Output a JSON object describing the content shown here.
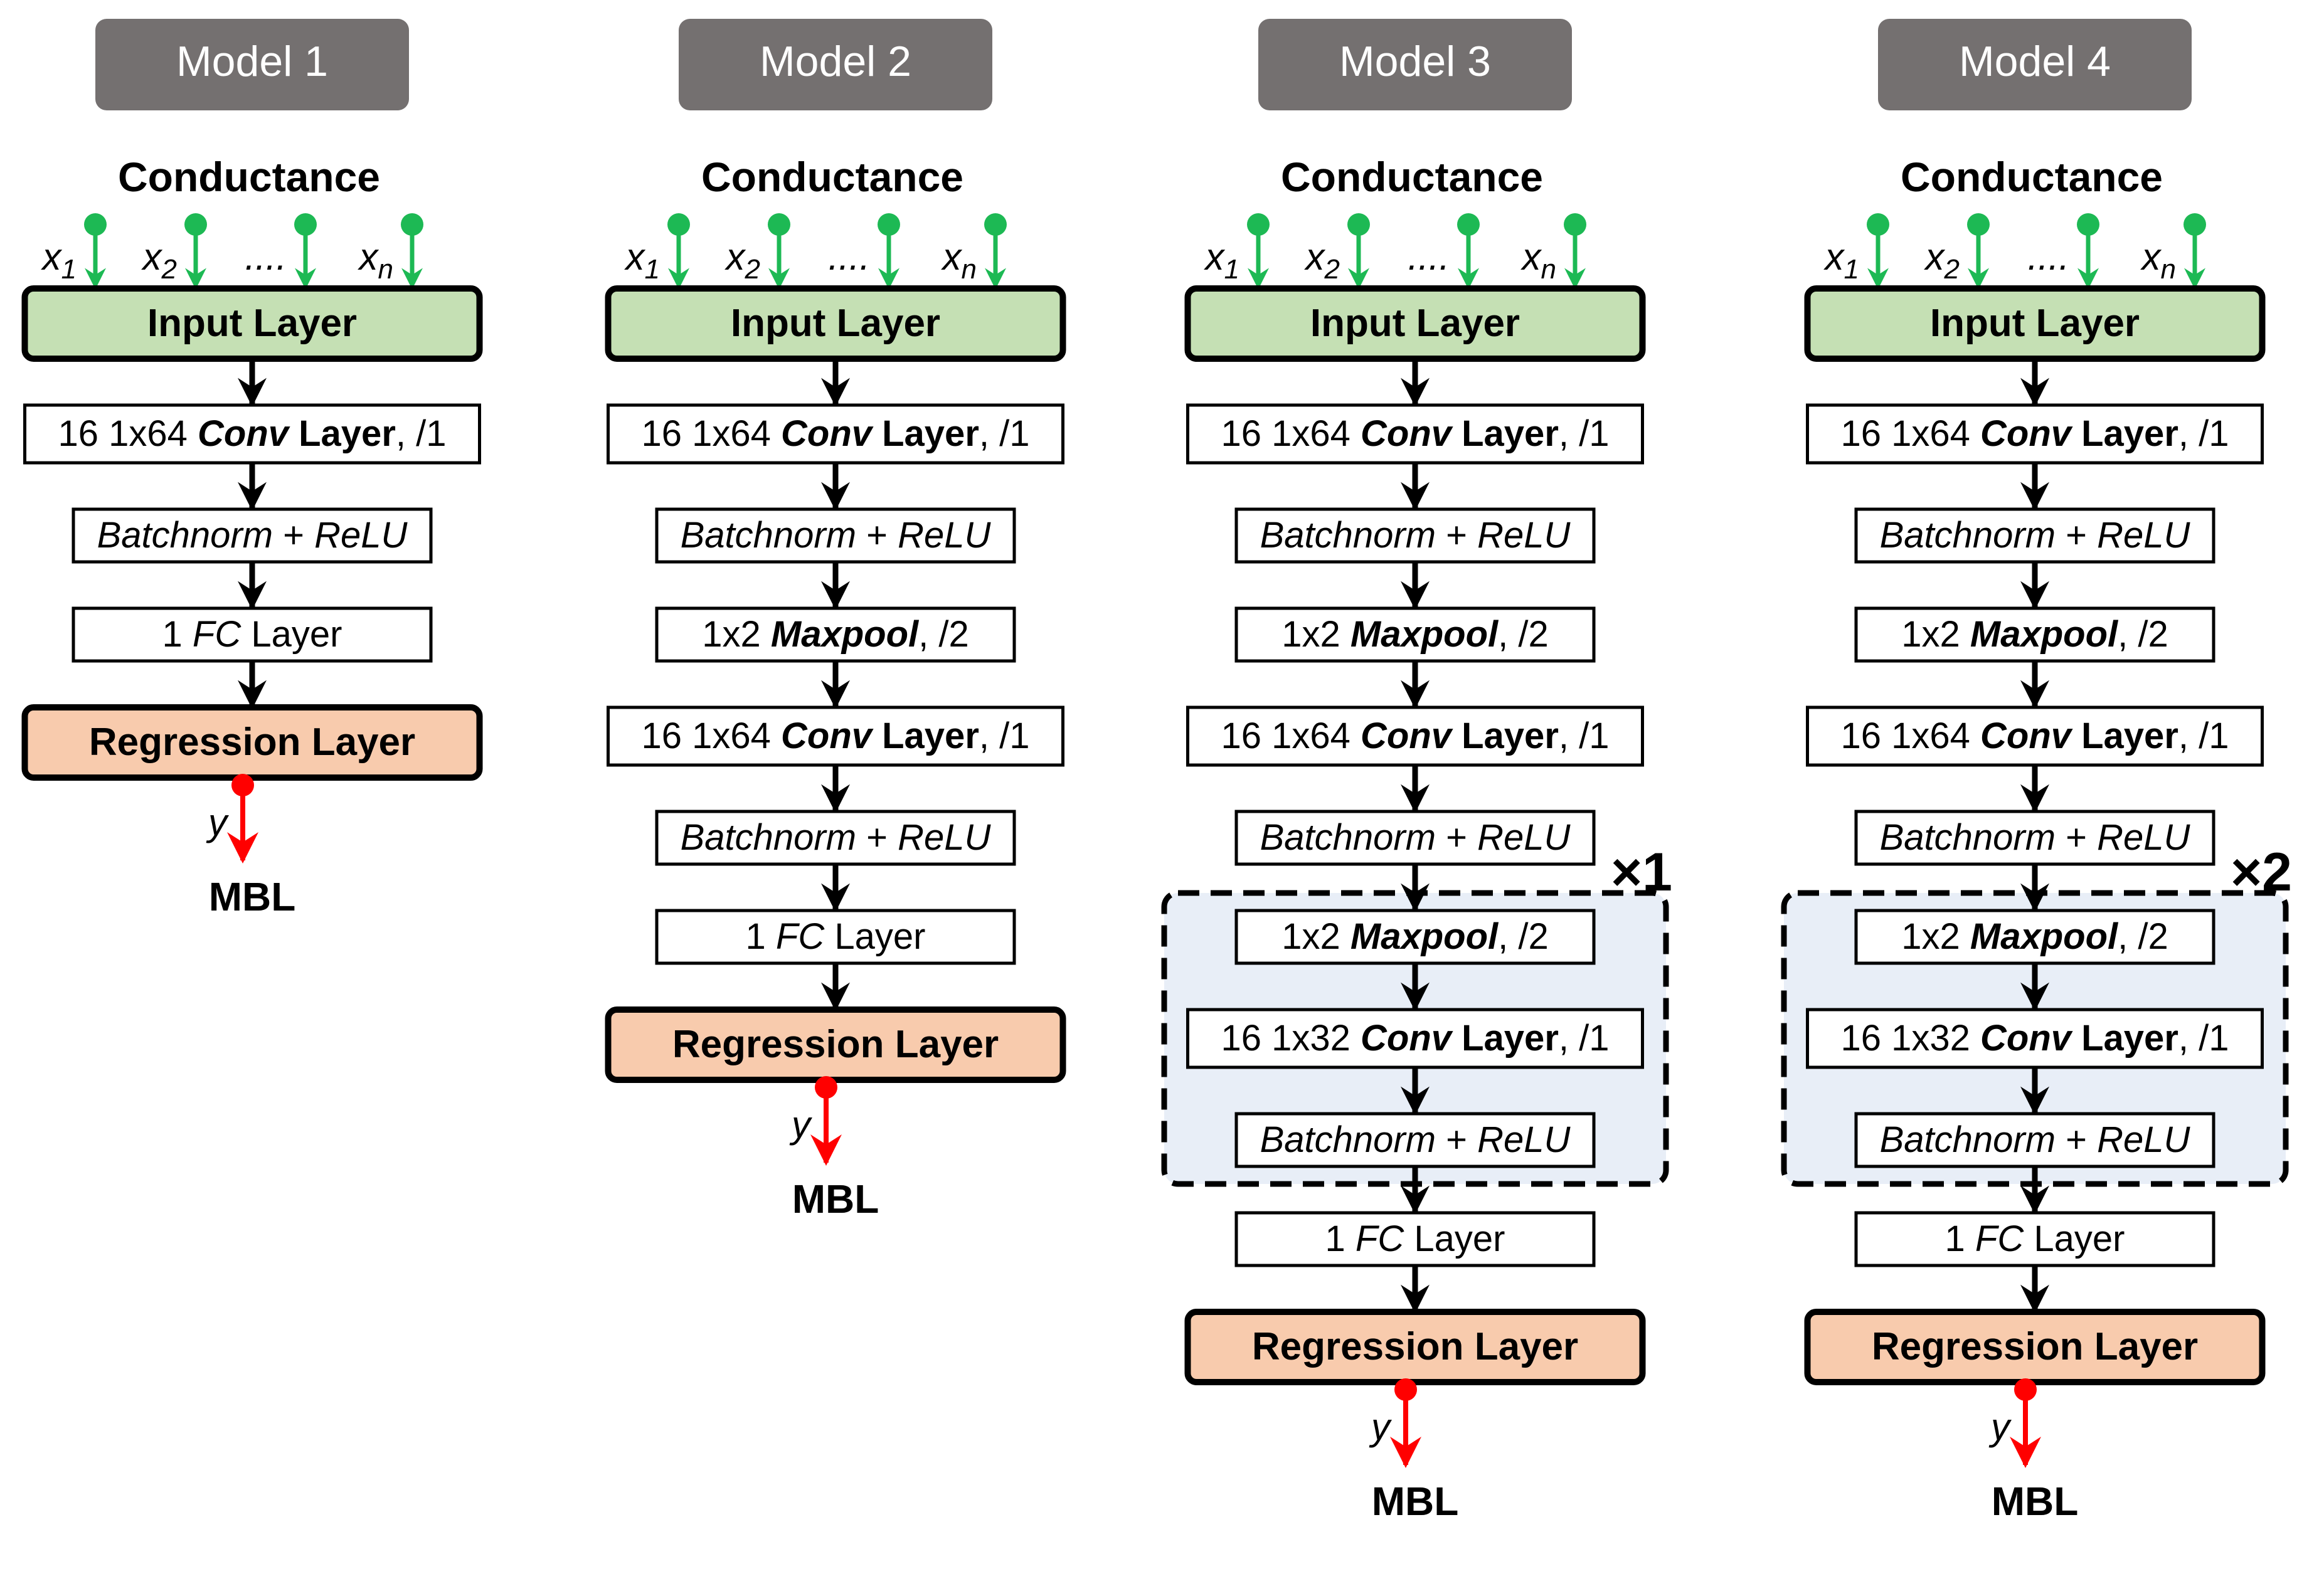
{
  "common": {
    "input_label": "Conductance",
    "x_labels": [
      {
        "base": "x",
        "sub": "1"
      },
      {
        "base": "x",
        "sub": "2"
      },
      {
        "base": "....",
        "sub": ""
      },
      {
        "base": "x",
        "sub": "n"
      }
    ],
    "output_var": "y",
    "output_label": "MBL"
  },
  "colors": {
    "header_bg": "#747070",
    "header_text": "#ffffff",
    "input_fill": "#c5e0b4",
    "regression_fill": "#f8cbad",
    "repeat_fill": "#e8eef7",
    "input_arrow": "#1db954",
    "output_arrow": "#ff0000",
    "stroke": "#000000"
  },
  "models": [
    {
      "title": "Model 1",
      "layers": [
        {
          "kind": "input",
          "parts": [
            {
              "t": "Input Layer",
              "s": "b"
            }
          ]
        },
        {
          "kind": "plain",
          "parts": [
            {
              "t": "16 1x64 ",
              "s": "n"
            },
            {
              "t": "Conv",
              "s": "bi"
            },
            {
              "t": " Layer",
              "s": "b"
            },
            {
              "t": ", /1",
              "s": "n"
            }
          ]
        },
        {
          "kind": "small",
          "parts": [
            {
              "t": "Batchnorm",
              "s": "i"
            },
            {
              "t": " + ",
              "s": "n"
            },
            {
              "t": "ReLU",
              "s": "i"
            }
          ]
        },
        {
          "kind": "small",
          "parts": [
            {
              "t": "1 ",
              "s": "n"
            },
            {
              "t": "FC",
              "s": "i"
            },
            {
              "t": " Layer",
              "s": "n"
            }
          ]
        },
        {
          "kind": "regression",
          "parts": [
            {
              "t": "Regression  Layer",
              "s": "b"
            }
          ]
        }
      ]
    },
    {
      "title": "Model 2",
      "layers": [
        {
          "kind": "input",
          "parts": [
            {
              "t": "Input Layer",
              "s": "b"
            }
          ]
        },
        {
          "kind": "plain",
          "parts": [
            {
              "t": "16 1x64 ",
              "s": "n"
            },
            {
              "t": "Conv",
              "s": "bi"
            },
            {
              "t": " Layer",
              "s": "b"
            },
            {
              "t": ", /1",
              "s": "n"
            }
          ]
        },
        {
          "kind": "small",
          "parts": [
            {
              "t": "Batchnorm",
              "s": "i"
            },
            {
              "t": " + ",
              "s": "n"
            },
            {
              "t": "ReLU",
              "s": "i"
            }
          ]
        },
        {
          "kind": "small",
          "parts": [
            {
              "t": "1x2 ",
              "s": "n"
            },
            {
              "t": "Maxpool",
              "s": "bi"
            },
            {
              "t": ", /2",
              "s": "n"
            }
          ]
        },
        {
          "kind": "plain",
          "parts": [
            {
              "t": "16 1x64 ",
              "s": "n"
            },
            {
              "t": "Conv",
              "s": "bi"
            },
            {
              "t": " Layer",
              "s": "b"
            },
            {
              "t": ", /1",
              "s": "n"
            }
          ]
        },
        {
          "kind": "small",
          "parts": [
            {
              "t": "Batchnorm",
              "s": "i"
            },
            {
              "t": " + ",
              "s": "n"
            },
            {
              "t": "ReLU",
              "s": "i"
            }
          ]
        },
        {
          "kind": "small",
          "parts": [
            {
              "t": "1 ",
              "s": "n"
            },
            {
              "t": "FC",
              "s": "i"
            },
            {
              "t": " Layer",
              "s": "n"
            }
          ]
        },
        {
          "kind": "regression",
          "parts": [
            {
              "t": "Regression  Layer",
              "s": "b"
            }
          ]
        }
      ]
    },
    {
      "title": "Model 3",
      "repeat_label": "×1",
      "layers": [
        {
          "kind": "input",
          "parts": [
            {
              "t": "Input Layer",
              "s": "b"
            }
          ]
        },
        {
          "kind": "plain",
          "parts": [
            {
              "t": "16 1x64 ",
              "s": "n"
            },
            {
              "t": "Conv",
              "s": "bi"
            },
            {
              "t": " Layer",
              "s": "b"
            },
            {
              "t": ", /1",
              "s": "n"
            }
          ]
        },
        {
          "kind": "small",
          "parts": [
            {
              "t": "Batchnorm",
              "s": "i"
            },
            {
              "t": " + ",
              "s": "n"
            },
            {
              "t": "ReLU",
              "s": "i"
            }
          ]
        },
        {
          "kind": "small",
          "parts": [
            {
              "t": "1x2 ",
              "s": "n"
            },
            {
              "t": "Maxpool",
              "s": "bi"
            },
            {
              "t": ", /2",
              "s": "n"
            }
          ]
        },
        {
          "kind": "plain",
          "parts": [
            {
              "t": "16 1x64 ",
              "s": "n"
            },
            {
              "t": "Conv",
              "s": "bi"
            },
            {
              "t": " Layer",
              "s": "b"
            },
            {
              "t": ", /1",
              "s": "n"
            }
          ]
        },
        {
          "kind": "small",
          "parts": [
            {
              "t": "Batchnorm",
              "s": "i"
            },
            {
              "t": " + ",
              "s": "n"
            },
            {
              "t": "ReLU",
              "s": "i"
            }
          ]
        },
        {
          "kind": "small",
          "repeat": true,
          "parts": [
            {
              "t": "1x2 ",
              "s": "n"
            },
            {
              "t": "Maxpool",
              "s": "bi"
            },
            {
              "t": ", /2",
              "s": "n"
            }
          ]
        },
        {
          "kind": "plain",
          "repeat": true,
          "parts": [
            {
              "t": "16 1x32 ",
              "s": "n"
            },
            {
              "t": "Conv",
              "s": "bi"
            },
            {
              "t": " Layer",
              "s": "b"
            },
            {
              "t": ", /1",
              "s": "n"
            }
          ]
        },
        {
          "kind": "small",
          "repeat": true,
          "parts": [
            {
              "t": "Batchnorm",
              "s": "i"
            },
            {
              "t": " + ",
              "s": "n"
            },
            {
              "t": "ReLU",
              "s": "i"
            }
          ]
        },
        {
          "kind": "small",
          "parts": [
            {
              "t": "1 ",
              "s": "n"
            },
            {
              "t": "FC",
              "s": "i"
            },
            {
              "t": " Layer",
              "s": "n"
            }
          ]
        },
        {
          "kind": "regression",
          "parts": [
            {
              "t": "Regression  Layer",
              "s": "b"
            }
          ]
        }
      ]
    },
    {
      "title": "Model 4",
      "repeat_label": "×2",
      "layers": [
        {
          "kind": "input",
          "parts": [
            {
              "t": "Input Layer",
              "s": "b"
            }
          ]
        },
        {
          "kind": "plain",
          "parts": [
            {
              "t": "16 1x64 ",
              "s": "n"
            },
            {
              "t": "Conv",
              "s": "bi"
            },
            {
              "t": " Layer",
              "s": "b"
            },
            {
              "t": ", /1",
              "s": "n"
            }
          ]
        },
        {
          "kind": "small",
          "parts": [
            {
              "t": "Batchnorm",
              "s": "i"
            },
            {
              "t": " + ",
              "s": "n"
            },
            {
              "t": "ReLU",
              "s": "i"
            }
          ]
        },
        {
          "kind": "small",
          "parts": [
            {
              "t": "1x2 ",
              "s": "n"
            },
            {
              "t": "Maxpool",
              "s": "bi"
            },
            {
              "t": ", /2",
              "s": "n"
            }
          ]
        },
        {
          "kind": "plain",
          "parts": [
            {
              "t": "16 1x64 ",
              "s": "n"
            },
            {
              "t": "Conv",
              "s": "bi"
            },
            {
              "t": " Layer",
              "s": "b"
            },
            {
              "t": ", /1",
              "s": "n"
            }
          ]
        },
        {
          "kind": "small",
          "parts": [
            {
              "t": "Batchnorm",
              "s": "i"
            },
            {
              "t": " + ",
              "s": "n"
            },
            {
              "t": "ReLU",
              "s": "i"
            }
          ]
        },
        {
          "kind": "small",
          "repeat": true,
          "parts": [
            {
              "t": "1x2 ",
              "s": "n"
            },
            {
              "t": "Maxpool",
              "s": "bi"
            },
            {
              "t": ", /2",
              "s": "n"
            }
          ]
        },
        {
          "kind": "plain",
          "repeat": true,
          "parts": [
            {
              "t": "16 1x32 ",
              "s": "n"
            },
            {
              "t": "Conv",
              "s": "bi"
            },
            {
              "t": " Layer",
              "s": "b"
            },
            {
              "t": ", /1",
              "s": "n"
            }
          ]
        },
        {
          "kind": "small",
          "repeat": true,
          "parts": [
            {
              "t": "Batchnorm",
              "s": "i"
            },
            {
              "t": " + ",
              "s": "n"
            },
            {
              "t": "ReLU",
              "s": "i"
            }
          ]
        },
        {
          "kind": "small",
          "parts": [
            {
              "t": "1 ",
              "s": "n"
            },
            {
              "t": "FC",
              "s": "i"
            },
            {
              "t": " Layer",
              "s": "n"
            }
          ]
        },
        {
          "kind": "regression",
          "parts": [
            {
              "t": "Regression  Layer",
              "s": "b"
            }
          ]
        }
      ]
    }
  ]
}
